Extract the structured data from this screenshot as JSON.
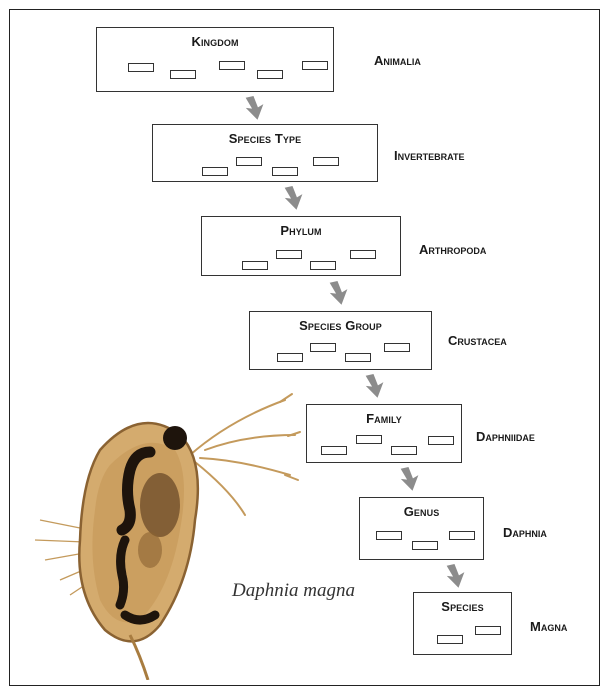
{
  "levels": [
    {
      "title": "Kingdom",
      "value": "Animalia"
    },
    {
      "title": "Species Type",
      "value": "Invertebrate"
    },
    {
      "title": "Phylum",
      "value": "Arthropoda"
    },
    {
      "title": "Species Group",
      "value": "Crustacea"
    },
    {
      "title": "Family",
      "value": "Daphniidae"
    },
    {
      "title": "Genus",
      "value": "Daphnia"
    },
    {
      "title": "Species",
      "value": "Magna"
    }
  ],
  "caption": "Daphnia magna",
  "colors": {
    "arrow": "#8c8c8c",
    "border": "#333333",
    "organism_body": "#c9a063",
    "organism_dark": "#1e140c"
  }
}
